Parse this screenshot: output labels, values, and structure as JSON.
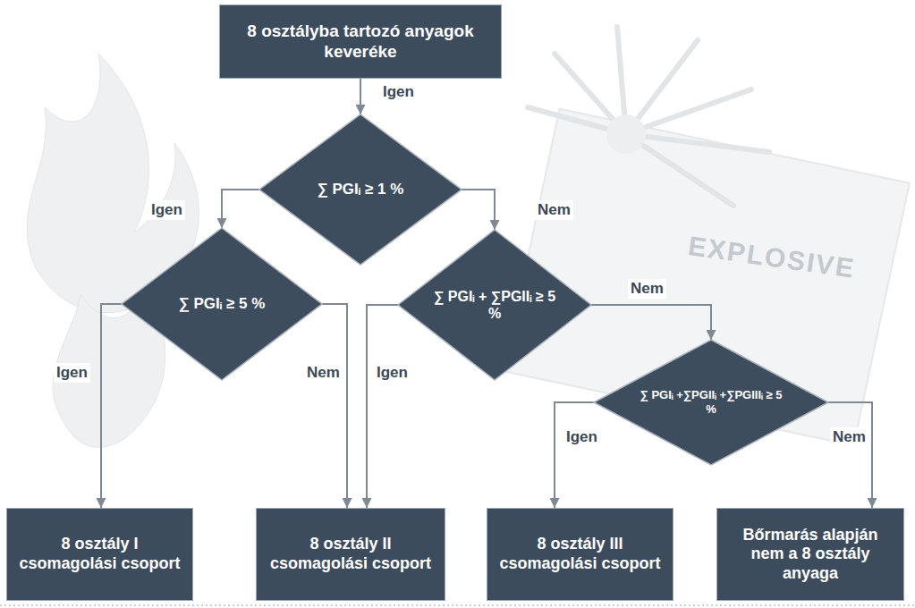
{
  "diagram": {
    "nodes": [
      {
        "text": [
          "8 osztályba tartozó anyagok keveréke"
        ]
      },
      {
        "text": [
          "∑ PGIᵢ ≥ 1 %"
        ]
      },
      {
        "text": [
          "∑ PGIᵢ ≥ 5 %"
        ]
      },
      {
        "text": [
          "∑ PGIᵢ + ∑PGIIᵢ ≥ 5 %"
        ]
      },
      {
        "text": [
          "∑ PGIᵢ +∑PGIIᵢ +∑PGIIIᵢ ≥ 5 %"
        ]
      },
      {
        "text": [
          "8 osztály I csomagolási csoport"
        ]
      },
      {
        "text": [
          "8 osztály II csomagolási csoport"
        ]
      },
      {
        "text": [
          "8 osztály III csomagolási csoport"
        ]
      },
      {
        "text": [
          "Bőrmarás alapján nem a 8 osztály anyaga"
        ]
      }
    ],
    "edges": [
      {
        "from": 0,
        "to": 1,
        "arrow": "to",
        "label": "Igen"
      },
      {
        "from": 1,
        "to": 2,
        "arrow": "to",
        "label": "Igen"
      },
      {
        "from": 1,
        "to": 3,
        "arrow": "to",
        "label": "Nem"
      },
      {
        "from": 2,
        "to": 5,
        "arrow": "to",
        "label": "Igen"
      },
      {
        "from": 2,
        "to": 6,
        "arrow": "to",
        "label": "Nem"
      },
      {
        "from": 3,
        "to": 6,
        "arrow": "to",
        "label": "Igen"
      },
      {
        "from": 3,
        "to": 4,
        "arrow": "to",
        "label": "Nem"
      },
      {
        "from": 4,
        "to": 7,
        "arrow": "to",
        "label": "Igen"
      },
      {
        "from": 4,
        "to": 8,
        "arrow": "to",
        "label": "Nem"
      }
    ],
    "labels": [
      "EXPLOSIVE"
    ]
  }
}
